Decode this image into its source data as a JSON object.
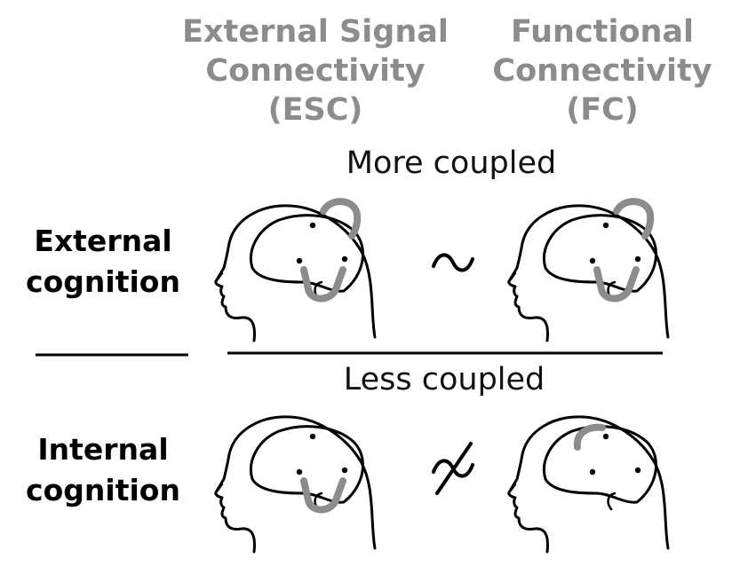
{
  "columns": {
    "esc": [
      "External Signal",
      "Connectivity",
      "(ESC)"
    ],
    "fc": [
      "Functional",
      "Connectivity",
      "(FC)"
    ]
  },
  "coupling": {
    "more": "More coupled",
    "less": "Less coupled"
  },
  "rows": {
    "external": [
      "External",
      "cognition"
    ],
    "internal": [
      "Internal",
      "cognition"
    ]
  },
  "relations": {
    "external": "similar",
    "internal": "not-similar"
  },
  "colors": {
    "header_text": "#8c8c8c",
    "connection_arc": "#8c8c8c",
    "line": "#000000"
  }
}
